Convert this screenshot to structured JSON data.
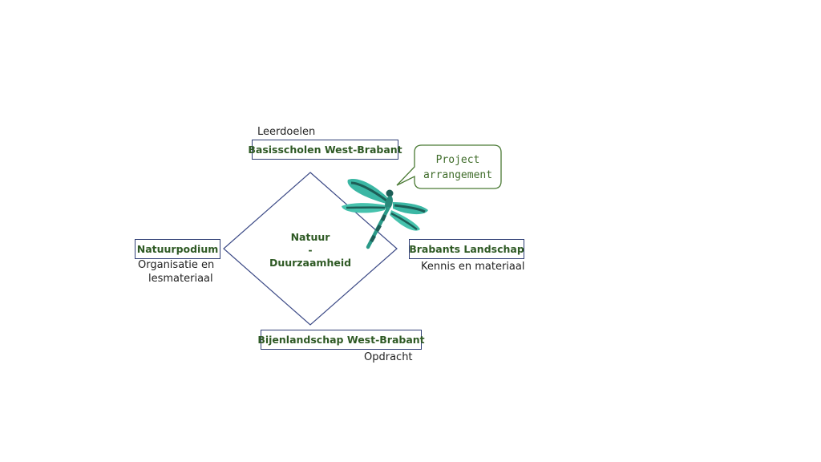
{
  "labels": {
    "top_caption": "Leerdoelen",
    "right_caption": "Kennis en materiaal",
    "left_caption_line1": "Organisatie en",
    "left_caption_line2": "lesmateriaal",
    "bottom_caption": "Opdracht"
  },
  "boxes": {
    "top": "Basisscholen West-Brabant",
    "left": "Natuurpodium",
    "right": "Brabants Landschap",
    "bottom": "Bijenlandschap West-Brabant"
  },
  "center": {
    "line1": "Natuur",
    "line2": "-",
    "line3": "Duurzaamheid"
  },
  "bubble": {
    "line1": "Project",
    "line2": "arrangement"
  },
  "colors": {
    "box_border": "#2f3e75",
    "box_text": "#2f5a25",
    "diamond": "#3c4a86",
    "bubble_border": "#4a7a34",
    "dragonfly_wing": "#3bb7a4",
    "dragonfly_dark": "#1d5e57"
  },
  "icons": [
    "dragonfly-icon",
    "speech-bubble"
  ]
}
